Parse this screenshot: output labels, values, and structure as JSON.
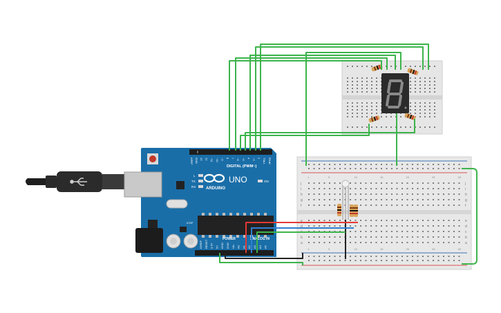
{
  "colors": {
    "wire_green": "#3cb44b",
    "wire_red": "#e53935",
    "wire_blue": "#2f7fd3",
    "wire_black": "#222222",
    "board_blue": "#1a6ea8",
    "breadboard": "#e8e8e8",
    "rail_red": "#d9534f",
    "rail_blue": "#3b73b9",
    "display_body": "#2b2b2b",
    "segment": "#8a8a8a"
  },
  "arduino": {
    "brand": "ARDUINO",
    "model": "UNO",
    "digital_label": "DIGITAL (PWM~)",
    "power_label": "POWER",
    "analog_label": "ANALOG IN",
    "icsp_label": "ICSP",
    "aref_label": "AREF",
    "gnd_label": "GND",
    "tx_label": "TX",
    "rx_label": "RX",
    "l_label": "L",
    "on_label": "ON",
    "top_pins": [
      "13",
      "12",
      "~11",
      "~10",
      "~9",
      "8",
      "7",
      "~6",
      "~5",
      "4",
      "~3",
      "2",
      "TX▸1",
      "RX◂0"
    ],
    "bottom_pins": [
      "IOREF",
      "RESET",
      "3.3V",
      "5V",
      "GND",
      "GND",
      "Vin",
      "A0",
      "A1",
      "A2",
      "A3",
      "A4",
      "A5"
    ]
  },
  "breadboard_main": {
    "row_letters_top": [
      "j",
      "i",
      "h",
      "g",
      "f"
    ],
    "row_letters_bottom": [
      "e",
      "d",
      "c",
      "b",
      "a"
    ],
    "column_numbers": [
      "1",
      "5",
      "10",
      "15",
      "20",
      "25",
      "30"
    ]
  },
  "display": {
    "glyph": "8"
  },
  "icons": {
    "usb": "usb-icon",
    "infinity": "infinity-logo-icon"
  }
}
